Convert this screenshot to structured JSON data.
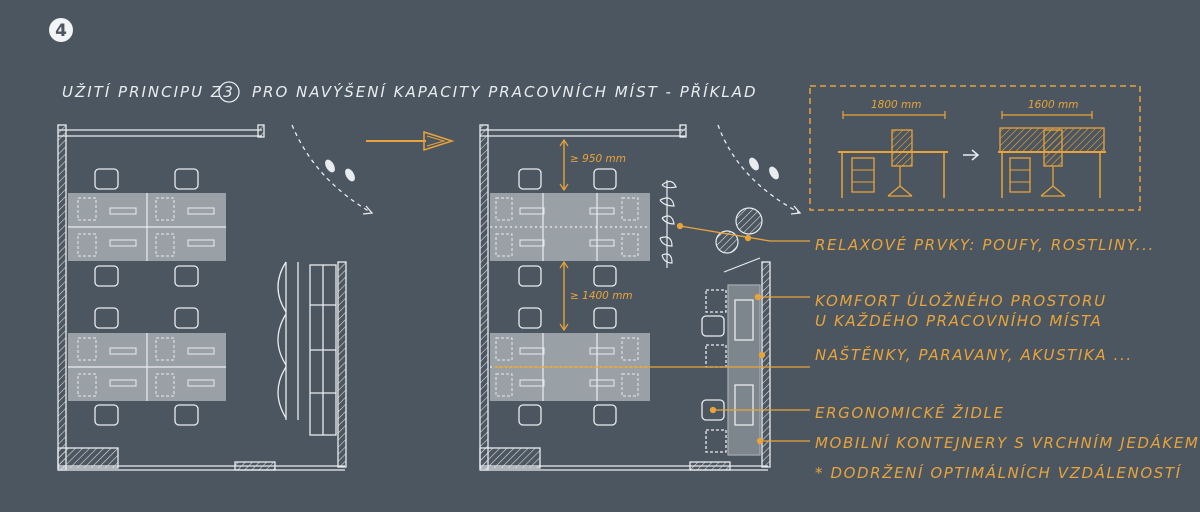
{
  "step": {
    "number": "4"
  },
  "title": {
    "before": "UŽITÍ PRINCIPU Z",
    "ref": "3",
    "after": "PRO NAVÝŠENÍ KAPACITY PRACOVNÍCH MÍST - PŘÍKLAD"
  },
  "dimensions": {
    "desk_before": "1800 mm",
    "desk_after": "1600 mm",
    "gap_top": "≥ 950 mm",
    "gap_middle": "≥ 1400 mm"
  },
  "labels": [
    "RELAXOVÉ PRVKY: POUFY, ROSTLINY...",
    "KOMFORT ÚLOŽNÉHO PROSTORU",
    "U KAŽDÉHO PRACOVNÍHO MÍSTA",
    "NAŠTĚNKY, PARAVANY, AKUSTIKA ...",
    "ERGONOMICKÉ ŽIDLE",
    "MOBILNÍ KONTEJNERY S VRCHNÍM JEDÁKEM",
    "* DODRŽENÍ OPTIMÁLNÍCH VZDÁLENOSTÍ"
  ],
  "colors": {
    "background": "#4c5660",
    "accent": "#e8a43a",
    "line": "#e9ecef",
    "desk": "#a8aeb3"
  },
  "icons": [
    "footsteps-icon",
    "arrow-right-icon",
    "plant-icon",
    "pouf-icon"
  ]
}
